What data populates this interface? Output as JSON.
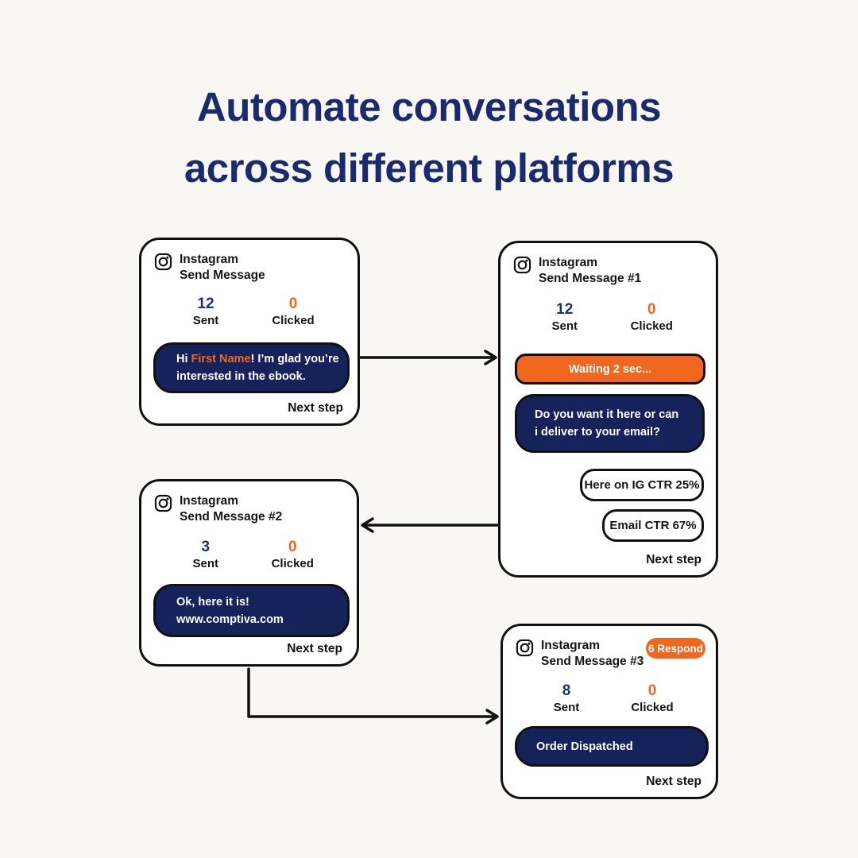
{
  "page": {
    "background": "#f8f7f4"
  },
  "title": {
    "line1": "Automate conversations",
    "line2": "across different platforms",
    "color": "#1b2a6b"
  },
  "colors": {
    "navy_bubble": "#16235a",
    "orange": "#f2671f",
    "stat_navy": "#1d3463",
    "outline": "#111111",
    "card_bg": "#ffffff"
  },
  "icons": {
    "instagram": "instagram-camera-outline"
  },
  "card1": {
    "platform": "Instagram",
    "step": "Send Message",
    "sent_value": "12",
    "sent_label": "Sent",
    "clicked_value": "0",
    "clicked_label": "Clicked",
    "message": {
      "line1_prefix": "Hi ",
      "line1_highlight": "First Name",
      "line1_suffix": "! I’m glad you’re",
      "line2": "interested in the ebook."
    },
    "footer": "Next step"
  },
  "card2": {
    "platform": "Instagram",
    "step": "Send Message #1",
    "sent_value": "12",
    "sent_label": "Sent",
    "clicked_value": "0",
    "clicked_label": "Clicked",
    "waiting": "Waiting 2 sec...",
    "question_line1": "Do you want it here or can",
    "question_line2": "i deliver to your email?",
    "option1": "Here on IG CTR 25%",
    "option2": "Email CTR 67%",
    "footer": "Next step"
  },
  "card3": {
    "platform": "Instagram",
    "step": "Send Message #2",
    "sent_value": "3",
    "sent_label": "Sent",
    "clicked_value": "0",
    "clicked_label": "Clicked",
    "message_line1": "Ok, here it is!",
    "message_line2": "www.comptiva.com",
    "footer": "Next step"
  },
  "card4": {
    "platform": "Instagram",
    "step": "Send Message #3",
    "badge": "6 Respond",
    "sent_value": "8",
    "sent_label": "Sent",
    "clicked_value": "0",
    "clicked_label": "Clicked",
    "message": "Order Dispatched",
    "footer": "Next step"
  }
}
